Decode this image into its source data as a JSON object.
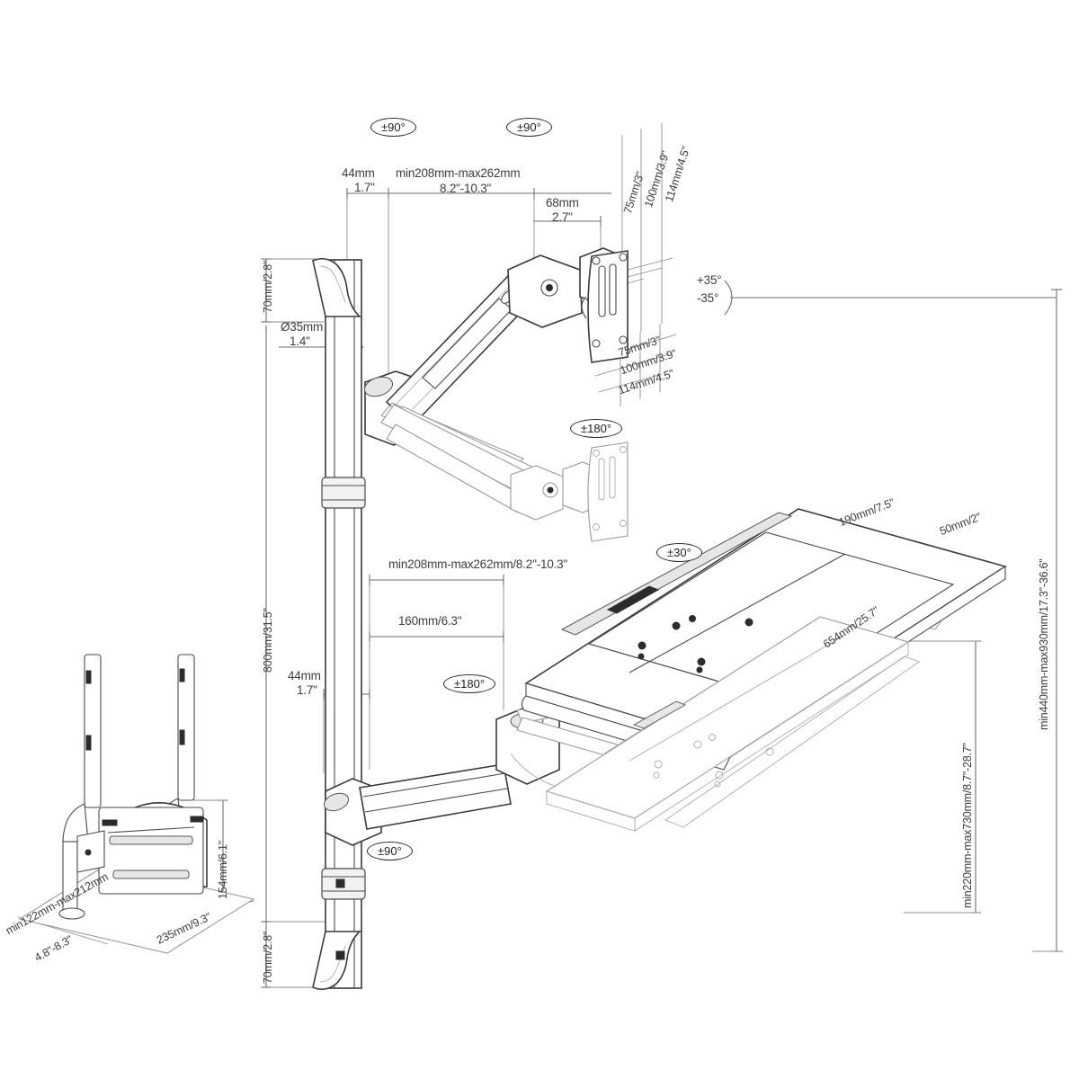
{
  "drawing": {
    "title": "Gas spring monitor and keyboard wall-mount workstation dimension drawing"
  },
  "rotation_badges": {
    "pole_top_left": "±90°",
    "arm_top_right": "±90°",
    "vesa_head": "±180°",
    "tray_tilt": "±30°",
    "kb_arm_joint": "±180°",
    "pole_bottom": "±90°"
  },
  "tilt": {
    "plus": "+35°",
    "minus": "-35°"
  },
  "monitor_arm": {
    "segment_44mm": "44mm",
    "segment_44mm_in": "1.7\"",
    "extension_mm": "min208mm-max262mm",
    "extension_in": "8.2\"-10.3\"",
    "head_offset_mm": "68mm",
    "head_offset_in": "2.7\""
  },
  "vesa_upper": {
    "v75": "75mm/3\"",
    "v100": "100mm/3.9\"",
    "v114": "114mm/4.5\""
  },
  "vesa_lower": {
    "v75": "75mm/3\"",
    "v100": "100mm/3.9\"",
    "v114": "114mm/4.5\""
  },
  "pole": {
    "top_clearance": "70mm/2.8\"",
    "bottom_clearance": "70mm/2.8\"",
    "diameter": "Ø35mm",
    "diameter_in": "1.4\"",
    "height": "800mm/31.5\""
  },
  "keyboard_arm": {
    "segment_44mm": "44mm",
    "segment_44mm_in": "1.7\"",
    "reach_160": "160mm/6.3\"",
    "extension": "min208mm-max262mm/8.2\"-10.3\""
  },
  "tray": {
    "depth_190": "190mm/7.5\"",
    "lip_50": "50mm/2\"",
    "width_654": "654mm/25.7\""
  },
  "travel": {
    "monitor_range": "min440mm-max930mm/17.3\"-36.6\"",
    "keyboard_range": "min220mm-max730mm/8.7\"-28.7\""
  },
  "inset": {
    "depth_range_mm": "min122mm-max212mm",
    "depth_range_in": "4.8\"-8.3\"",
    "plate_width": "235mm/9.3\"",
    "plate_height": "154mm/6.1\""
  }
}
